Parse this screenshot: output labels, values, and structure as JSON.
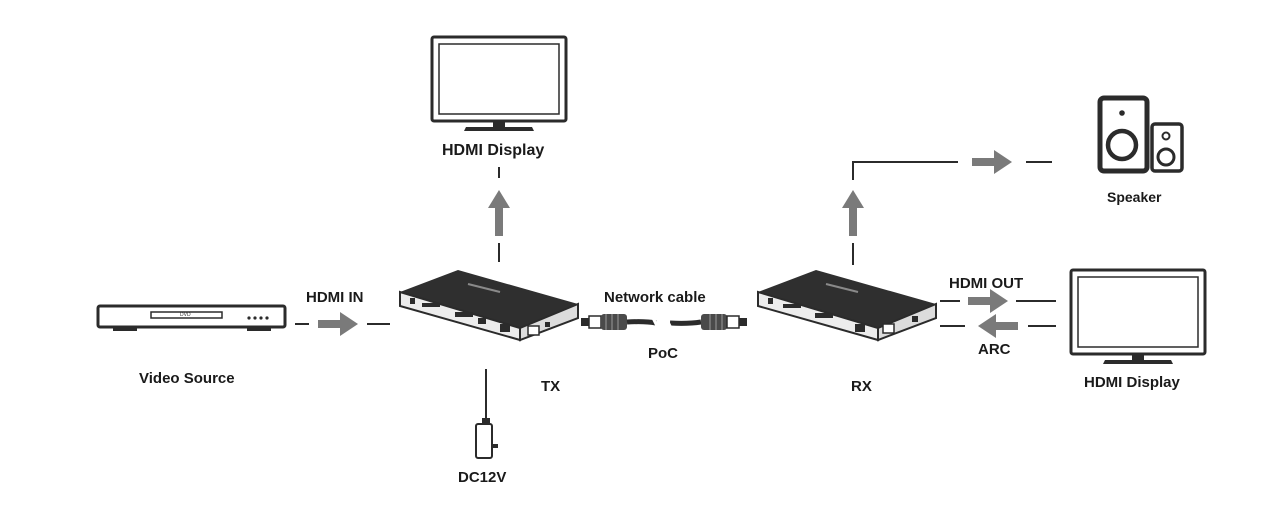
{
  "labels": {
    "hdmi_display_top": "HDMI Display",
    "speaker": "Speaker",
    "hdmi_in": "HDMI IN",
    "network_cable": "Network cable",
    "hdmi_out": "HDMI OUT",
    "poc": "PoC",
    "arc": "ARC",
    "video_source": "Video Source",
    "tx": "TX",
    "rx": "RX",
    "hdmi_display_right": "HDMI Display",
    "dc12v": "DC12V",
    "dvd": "DVD"
  },
  "colors": {
    "line": "#2b2b2b",
    "arrow": "#7a7a7a",
    "device_dark": "#2f2f2f",
    "device_light": "#f4f4f4"
  },
  "icons": [
    "tv-icon",
    "speaker-icon",
    "dvd-player-icon",
    "extender-tx-icon",
    "extender-rx-icon",
    "power-adapter-icon",
    "rj45-plug-icon",
    "arrow-icon"
  ]
}
